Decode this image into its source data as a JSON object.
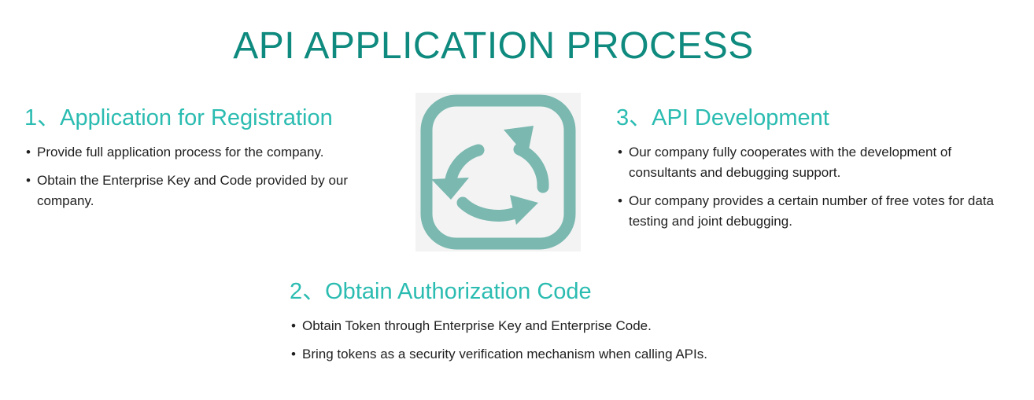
{
  "title": "API APPLICATION PROCESS",
  "colors": {
    "title": "#0e8a7e",
    "step_heading": "#2bbcb1",
    "icon_stroke": "#7ab8b0",
    "icon_bg": "#f3f3f3",
    "body_text": "#1f1f1f"
  },
  "steps": {
    "step1": {
      "heading": "1、Application for Registration",
      "bullets": [
        "Provide full application process for the company.",
        "Obtain the Enterprise Key and Code provided by our company."
      ]
    },
    "step2": {
      "heading": "2、Obtain Authorization Code",
      "bullets": [
        "Obtain Token through Enterprise Key and Enterprise Code.",
        "Bring tokens as a security verification mechanism when calling APIs."
      ]
    },
    "step3": {
      "heading": "3、API Development",
      "bullets": [
        "Our company fully cooperates with the development of consultants and debugging support.",
        "Our company provides a certain number of free votes for data testing and joint debugging."
      ]
    }
  },
  "icon": "refresh-cycle-icon"
}
